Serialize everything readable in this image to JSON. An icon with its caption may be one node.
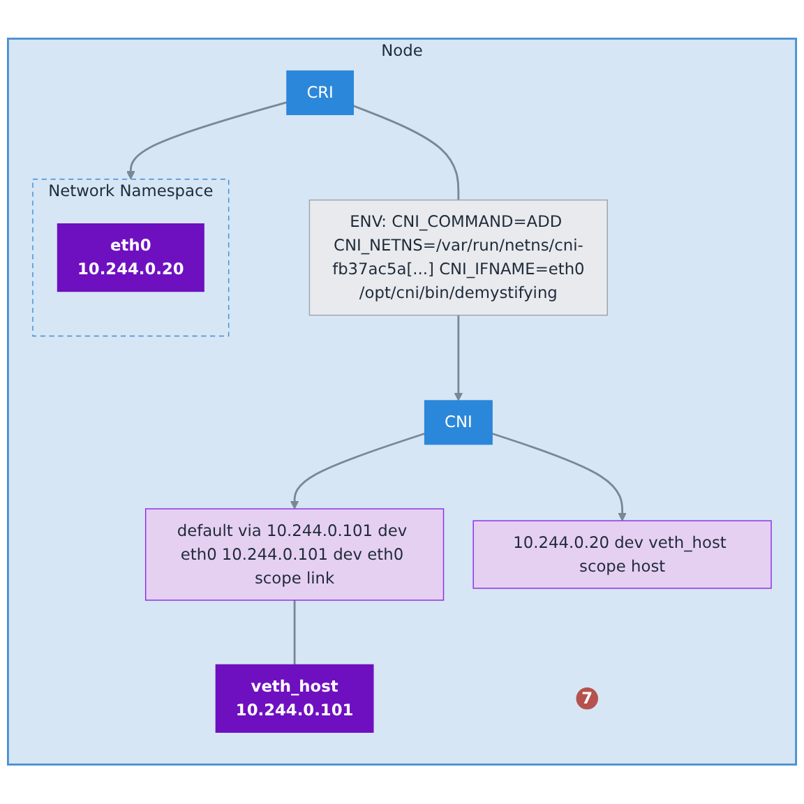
{
  "diagram": {
    "nodes": [
      {
        "text": [
          "Node"
        ]
      },
      {
        "text": [
          "7"
        ],
        "in": 0
      },
      {
        "text": [
          "CRI"
        ],
        "in": 0
      },
      {
        "text": [
          "ENV: CNI_COMMAND=ADD CNI_NETNS=/var/run/netns/cni-fb37ac5a[...] CNI_IFNAME=eth0",
          "/opt/cni/bin/demystifying"
        ],
        "in": 0
      },
      {
        "text": [
          "CNI"
        ],
        "in": 0
      },
      {
        "text": [
          "Network Namespace"
        ],
        "in": 0
      },
      {
        "text": [
          "eth0",
          "10.244.0.20"
        ],
        "in": 5
      },
      {
        "text": [
          "default via 10.244.0.101 dev eth0 10.244.0.101 dev eth0 scope link"
        ],
        "in": 0
      },
      {
        "text": [
          "veth_host",
          "10.244.0.101"
        ],
        "in": 0
      },
      {
        "text": [
          "10.244.0.20 dev veth_host scope host"
        ],
        "in": 0
      }
    ],
    "edges": [
      {
        "from": 2,
        "to": 3,
        "arrow": "none"
      },
      {
        "from": 3,
        "to": 4,
        "arrow": "to"
      },
      {
        "from": 2,
        "to": 5,
        "arrow": "to"
      },
      {
        "from": 4,
        "to": 7,
        "arrow": "to"
      },
      {
        "from": 4,
        "to": 9,
        "arrow": "to"
      },
      {
        "from": 7,
        "to": 8,
        "arrow": "none"
      }
    ]
  }
}
